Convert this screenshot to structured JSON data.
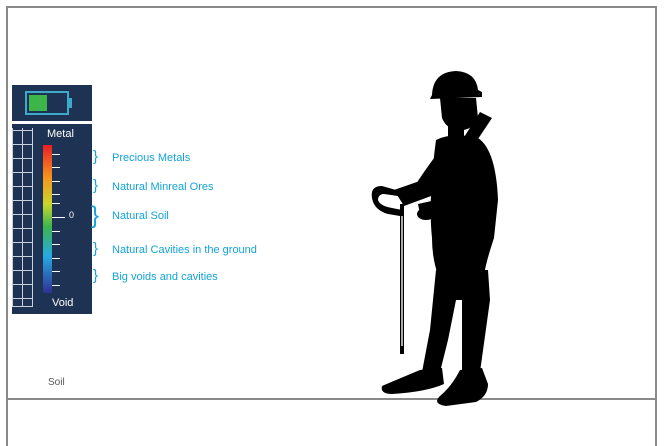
{
  "scale": {
    "top_label": "Metal",
    "zero_label": "0",
    "bottom_label": "Void",
    "battery_level": 0.5
  },
  "categories": [
    {
      "label": "Precious Metals"
    },
    {
      "label": "Natural Minreal Ores"
    },
    {
      "label": "Natural Soil"
    },
    {
      "label": "Natural Cavities in the ground"
    },
    {
      "label": "Big voids and cavities"
    }
  ],
  "ground_label": "Soil",
  "colors": {
    "panel": "#1e3254",
    "accent": "#13a3d8",
    "battery_fill": "#3cb54a",
    "frame": "#8a8a8a"
  }
}
